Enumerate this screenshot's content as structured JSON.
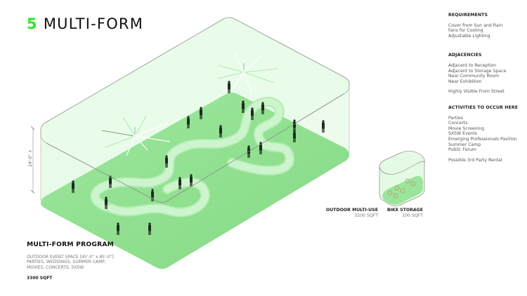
{
  "header": {
    "number": "5",
    "title": "MULTI-FORM",
    "accent_color": "#2ee82e"
  },
  "requirements": {
    "heading": "REQUIREMENTS",
    "items": [
      "Cover from Sun and Rain",
      "Fans for Cooling",
      "Adjustable Lighting"
    ]
  },
  "adjacencies": {
    "heading": "ADJACENCIES",
    "items": [
      "Adjacent to Reception",
      "Adjacent to Storage Space",
      "Near Community Room",
      "Near Exhibition"
    ],
    "note": "Highly Visible From Street"
  },
  "activities": {
    "heading": "ACTIVITIES TO OCCUR HERE",
    "items": [
      "Parties",
      "Concerts",
      "Movie Screening",
      "SXSW Events",
      "Emerging Professionals Pavilion",
      "Summer Camp",
      "Public Forum"
    ],
    "note": "Possible 3rd Party Rental"
  },
  "program": {
    "title": "MULTI-FORM PROGRAM",
    "desc_lines": [
      "OUTDOOR EVENT SPACE [45'-0\" x 85'-0\"]",
      "PARTIES, WEDDINGS, SUMMER CAMP,",
      "MOVIES, CONCERTS, SXSW"
    ],
    "area": "3300 SQFT"
  },
  "labels": {
    "outdoor": {
      "name": "OUTDOOR MULTI-USE",
      "area": "3200 SQFT"
    },
    "bike": {
      "name": "BIKE STORAGE",
      "area": "100 SQFT"
    }
  },
  "dimension": {
    "height": "24'-0\" +"
  },
  "colors": {
    "floor_green": "#8ee08e",
    "canopy_green": "#e6fbe6",
    "table_green": "#c4f2c4",
    "figure": "#1f2a22",
    "outline": "#8a8a8a"
  }
}
